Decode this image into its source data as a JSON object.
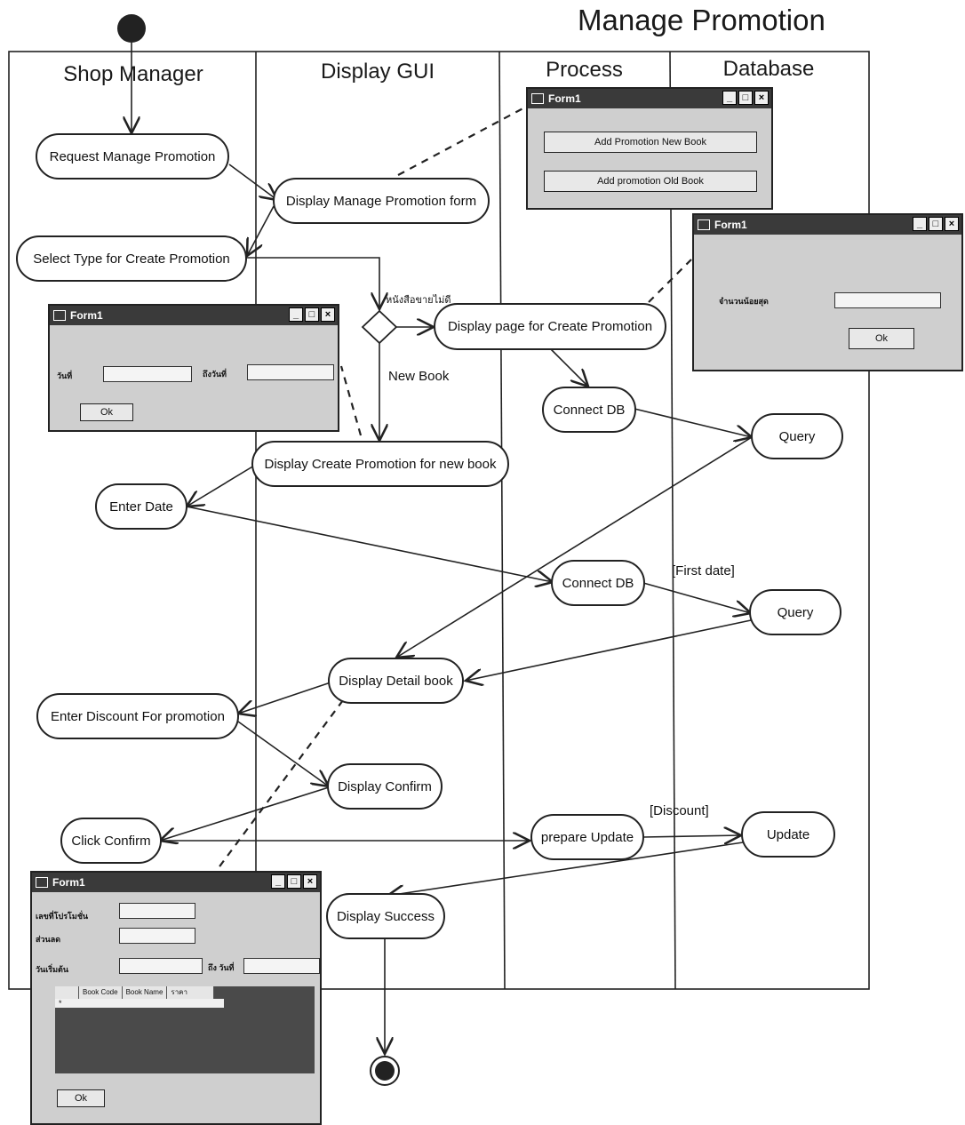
{
  "title": "Manage Promotion",
  "lanes": [
    "Shop Manager",
    "Display GUI",
    "Process",
    "Database"
  ],
  "activities": {
    "request_manage_promotion": "Request Manage Promotion",
    "display_manage_promotion_form": "Display Manage Promotion form",
    "select_type": "Select  Type for Create Promotion",
    "display_page_create_promotion": "Display page for  Create Promotion",
    "connect_db_1": "Connect DB",
    "query_1": "Query",
    "display_create_promotion_new_book": "Display Create Promotion for new book",
    "enter_date": "Enter Date",
    "connect_db_2": "Connect DB",
    "query_2": "Query",
    "display_detail_book": "Display Detail book",
    "enter_discount": "Enter Discount For promotion",
    "display_confirm": "Display Confirm",
    "click_confirm": "Click Confirm",
    "prepare_update": "prepare Update",
    "update": "Update",
    "display_success": "Display Success"
  },
  "guards": {
    "old_book": "หนังสือขายไม่ดี",
    "new_book": "New Book",
    "first_date": "[First date]",
    "discount": "[Discount]"
  },
  "windows": {
    "form_type": {
      "title": "Form1",
      "buttons": [
        "Add Promotion New Book",
        "Add promotion Old Book"
      ]
    },
    "form_min_qty": {
      "title": "Form1",
      "field_label": "จำนวนน้อยสุด",
      "ok": "Ok"
    },
    "form_date": {
      "title": "Form1",
      "field1_label": "วันที่",
      "field2_label": "ถึงวันที่",
      "ok": "Ok"
    },
    "form_detail": {
      "title": "Form1",
      "field1_label": "เลขที่โปรโมชั่น",
      "field2_label": "ส่วนลด",
      "field3_label": "วันเริ่มต้น",
      "field4_label": "ถึง วันที่",
      "columns": [
        "Book Code",
        "Book Name",
        "ราคา"
      ],
      "new_row_marker": "*",
      "ok": "Ok"
    }
  }
}
